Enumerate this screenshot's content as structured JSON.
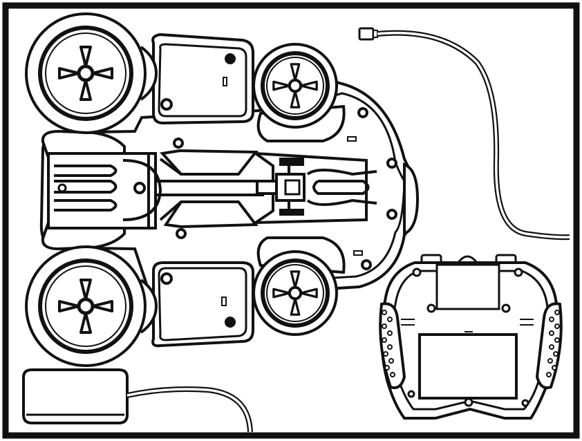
{
  "figure": {
    "kind": "line-art illustration",
    "colors": {
      "ink": "#111111",
      "paper": "#ffffff"
    },
    "parts": [
      "wheel-front-left",
      "wheel-rear-left",
      "wheel-front-right",
      "wheel-rear-right",
      "battery-cover-top",
      "battery-cover-bottom",
      "chassis",
      "motor-housing",
      "cable-with-connector",
      "power-adapter",
      "remote-control"
    ]
  }
}
